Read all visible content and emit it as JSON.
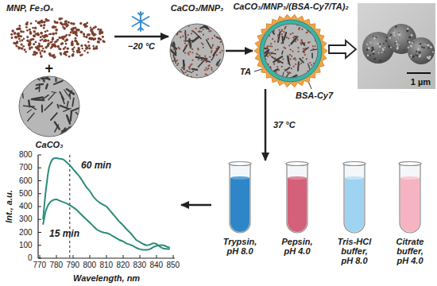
{
  "diagram": {
    "nodes": [
      {
        "text": [
          "MNP, Fe₃O₄"
        ]
      },
      {
        "text": [
          "CaCO₃"
        ]
      },
      {
        "text": [
          "CaCO₃/MNP₃"
        ]
      },
      {
        "text": [
          "CaCO₃/MNP₃/(BSA-Cy7/TA)₂"
        ]
      },
      {
        "text": [
          "1 µm"
        ]
      },
      {
        "text": [
          "Trypsin, pH 8.0"
        ]
      },
      {
        "text": [
          "Pepsin, pH 4.0"
        ]
      },
      {
        "text": [
          "Tris-HCl buffer, pH 8.0"
        ]
      },
      {
        "text": [
          "Citrate buffer, pH 4.0"
        ]
      },
      {
        "text": [
          "60 min",
          "15 min"
        ]
      }
    ],
    "edges": [
      {
        "from": 0,
        "to": 2,
        "arrow": "to",
        "label": "−20 °C"
      },
      {
        "from": 2,
        "to": 3,
        "arrow": "to"
      },
      {
        "from": 3,
        "to": 4,
        "arrow": "to"
      },
      {
        "from": 3,
        "to": 5,
        "arrow": "to",
        "label": "37 °C"
      },
      {
        "from": 5,
        "to": 9,
        "arrow": "to"
      }
    ],
    "labels": [
      "+",
      "TA",
      "BSA-Cy7",
      "Int., a.u.",
      "Wavelength, nm",
      "800",
      "700",
      "600",
      "500",
      "400",
      "300",
      "200",
      "100",
      "0",
      "770",
      "780",
      "790",
      "800",
      "810",
      "820",
      "830",
      "840",
      "850"
    ]
  }
}
